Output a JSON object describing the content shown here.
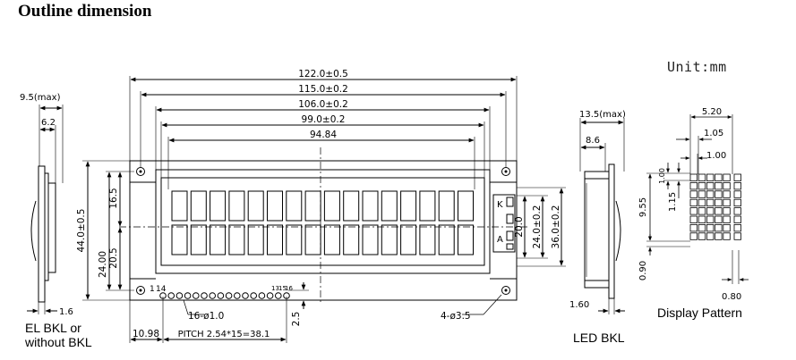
{
  "title": "Outline dimension",
  "unit_label": "Unit:mm",
  "front_view": {
    "dim_width_outer": "122.0±0.5",
    "dim_width_pcb": "115.0±0.2",
    "dim_width_bezel": "106.0±0.2",
    "dim_width_view": "99.0±0.2",
    "dim_width_active": "94.84",
    "dim_height_outer": "44.0±0.5",
    "dim_height_mount": "24.00",
    "dim_top_offset": "16.5",
    "dim_lower_offset": "20.5",
    "dim_right_20": "20.0",
    "dim_right_24": "24.0±0.2",
    "dim_right_36": "36.0±0.2",
    "pin_1": "1",
    "pin_14": "14",
    "pin_13": "13",
    "pin_15": "15",
    "pin_16": "16",
    "pin_holes": "16-ø1.0",
    "mount_holes": "4-ø3.5",
    "pitch": "PITCH  2.54*15=38.1",
    "dim_pin_offset": "10.98",
    "dim_pin_drop": "2.5",
    "led_k": "K",
    "led_a": "A"
  },
  "side_view_left": {
    "dim_max": "9.5(max)",
    "dim_depth": "6.2",
    "dim_bottom": "1.6",
    "caption_line1": "EL BKL or",
    "caption_line2": "without BKL"
  },
  "side_view_right": {
    "dim_max": "13.5(max)",
    "dim_depth": "8.6",
    "dim_bottom": "1.60",
    "caption": "LED BKL"
  },
  "display_pattern": {
    "dim_char_width": "5.20",
    "dim_pitch": "1.05",
    "dim_dot": "1.00",
    "dim_height": "9.55",
    "dim_dot_h": "1.15",
    "dim_gap_small": "1.00",
    "dim_gap_bottom": "0.90",
    "dim_under": "0.80",
    "caption": "Display Pattern"
  }
}
